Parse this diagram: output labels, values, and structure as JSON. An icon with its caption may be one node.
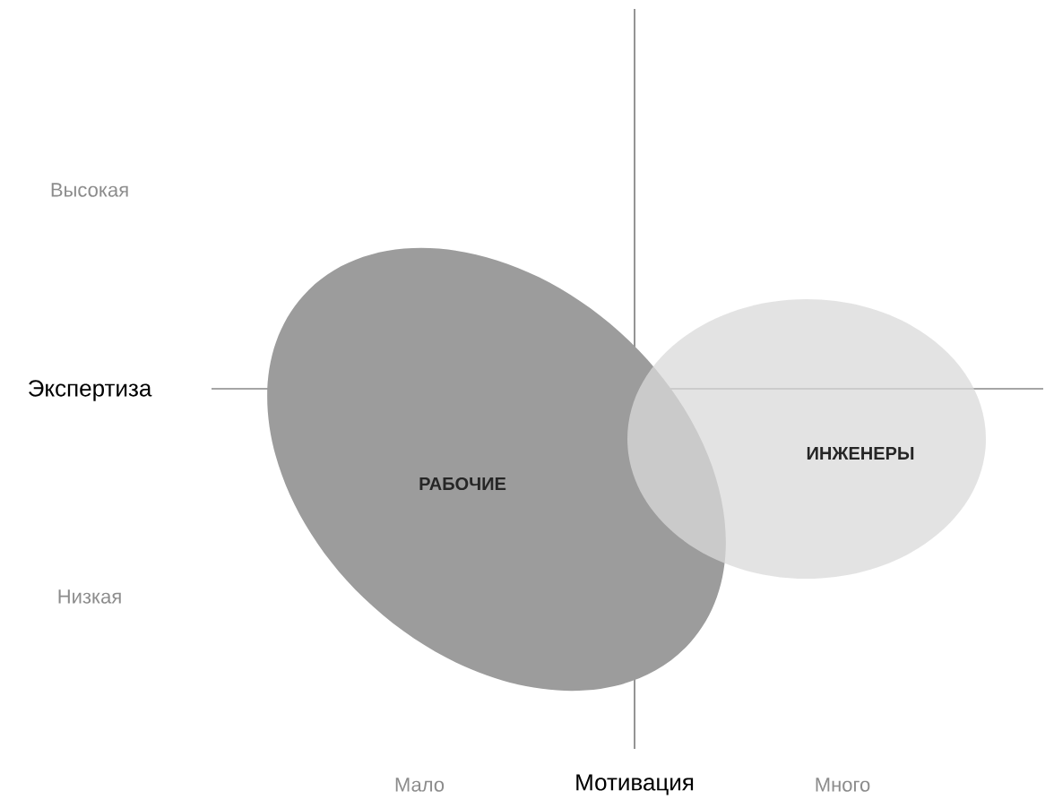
{
  "diagram": {
    "nodes": [
      {
        "text": [
          "РАБОЧИЕ"
        ]
      },
      {
        "text": [
          "ИНЖЕНЕРЫ"
        ]
      }
    ],
    "labels": [
      "Высокая",
      "Экспертиза",
      "Низкая",
      "Мало",
      "Мотивация",
      "Много"
    ]
  }
}
